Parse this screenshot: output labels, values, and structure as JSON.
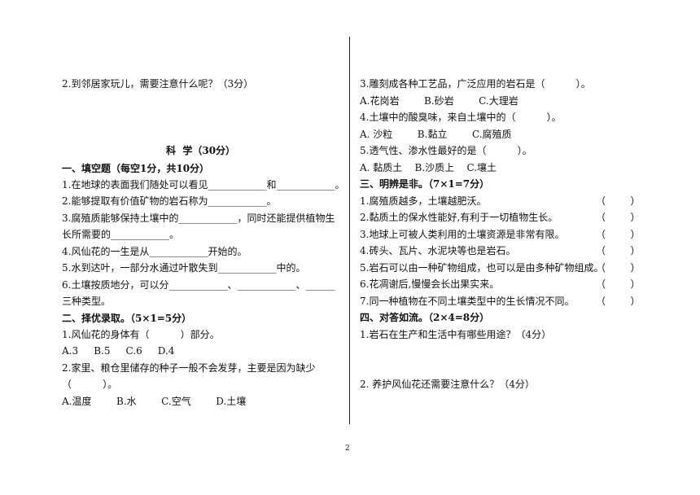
{
  "left": {
    "pre_question": "2.到邻居家玩儿，需要注意什么呢？（3分）",
    "section_title": "科  学（30分）",
    "part1": {
      "heading": "一、填空题（每空1分，共10分）",
      "q1": "1.在地球的表面我们随处可以看见____________和____________。",
      "q2": "2.能够提取有价值矿物的岩石称为____________。",
      "q3_line1": "3.腐殖质能够保持土壤中的____________，同时还能提供植物生",
      "q3_line2": "长所需要的____________。",
      "q4": "4.风仙花的一生是从____________开始的。",
      "q5": "5.水到达叶，一部分水通过叶散失到____________中的。",
      "q6_line1": "6.土壤按质地分，可以分____________、____________、______",
      "q6_line2": "三种类型。"
    },
    "part2": {
      "heading": "二、择优录取。（5×1=5分）",
      "q1": "1.风仙花的身体有（          ）部分。",
      "q1_options": "A.3     B.5     C.6     D.4",
      "q2_line1": "2.家里、粮仓里储存的种子一般不会发芽，主要是因为缺少",
      "q2_line2": "（          ）。",
      "q2_options": "A.温度        B.水        C.空气        D.土壤"
    }
  },
  "right": {
    "part2_cont": {
      "q3": "3.雕刻成各种工艺品，广泛应用的岩石是（          ）。",
      "q3_options": "A.花岗岩        B.砂岩        C.大理岩",
      "q4": "4.土壤中的酸臭味，来自土壤中的（          ）。",
      "q4_options": "A. 沙粒        B.黏立        C.腐殖质",
      "q5": "5.透气性、渗水性最好的是（          ）。",
      "q5_options": "A. 黏质土    B.沙质上    C.壤土"
    },
    "part3": {
      "heading": "三、明辨是非。（7×1=7分）",
      "items": [
        "1.腐殖质越多，土壤越肥沃。",
        "2.黏质土的保水性能好,有利于一切植物生长。",
        "3.地球上可被人类利用的土壤资源是非常有限。",
        "4.砖头、瓦片、水泥块等也是岩石。",
        "5.岩石可以由一种矿物组成，也可以是由多种矿物组成。",
        "6.花凋谢后,慢慢会长出果实来。",
        "7.同一种植物在不同土壤类型中的生长情况不同。"
      ],
      "bracket": "（        ）"
    },
    "part4": {
      "heading": "四、对答如流。（2×4=8分）",
      "q1": "1.岩石在生产和生活中有哪些用途？（4分）",
      "q2": "2. 养护风仙花还需要注意什么？（4分）"
    }
  },
  "page_number": "2"
}
